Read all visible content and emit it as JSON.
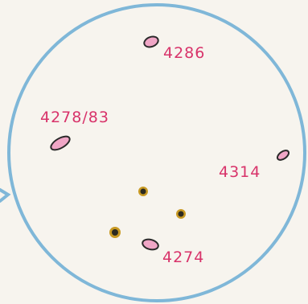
{
  "colors": {
    "background": "#f7f4ee",
    "circle_stroke": "#7fb7d8",
    "label_text": "#d8336a",
    "marker_fill": "#f0a6c6",
    "marker_outline": "#2b2a2a",
    "dot_fill": "#2c2a20",
    "dot_halo": "#c99a24"
  },
  "labels": {
    "l4286": "4286",
    "l4278": "4278/83",
    "l4314": "4314",
    "l4274": "4274"
  }
}
